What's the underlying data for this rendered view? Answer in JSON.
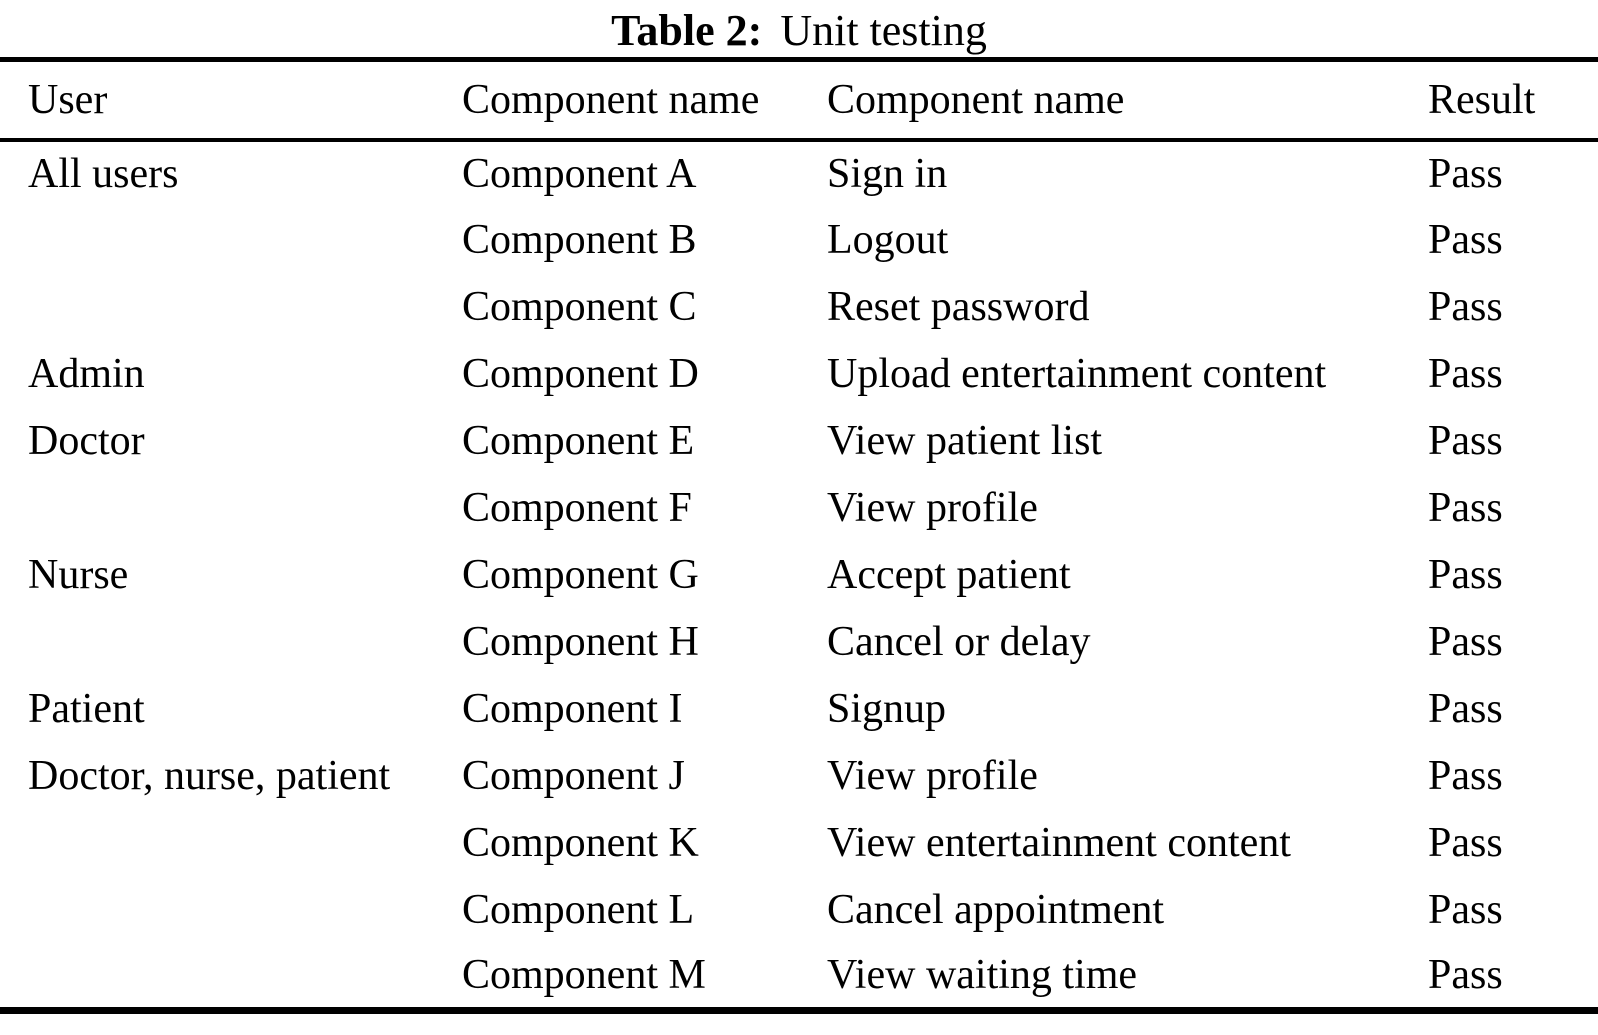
{
  "caption": {
    "label": "Table 2:",
    "title": "Unit testing"
  },
  "table": {
    "headers": [
      "User",
      "Component name",
      "Component name",
      "Result"
    ],
    "rows": [
      {
        "user": "All users",
        "component": "Component A",
        "name": "Sign in",
        "result": "Pass"
      },
      {
        "user": "",
        "component": "Component B",
        "name": "Logout",
        "result": "Pass"
      },
      {
        "user": "",
        "component": "Component C",
        "name": "Reset password",
        "result": "Pass"
      },
      {
        "user": "Admin",
        "component": "Component D",
        "name": "Upload entertainment content",
        "result": "Pass"
      },
      {
        "user": "Doctor",
        "component": "Component E",
        "name": "View patient list",
        "result": "Pass"
      },
      {
        "user": "",
        "component": "Component F",
        "name": "View profile",
        "result": "Pass"
      },
      {
        "user": "Nurse",
        "component": "Component G",
        "name": "Accept patient",
        "result": "Pass"
      },
      {
        "user": "",
        "component": "Component H",
        "name": "Cancel or delay",
        "result": "Pass"
      },
      {
        "user": "Patient",
        "component": "Component I",
        "name": "Signup",
        "result": "Pass"
      },
      {
        "user": "Doctor, nurse, patient",
        "component": "Component J",
        "name": "View profile",
        "result": "Pass"
      },
      {
        "user": "",
        "component": "Component K",
        "name": "View entertainment content",
        "result": "Pass"
      },
      {
        "user": "",
        "component": "Component L",
        "name": "Cancel appointment",
        "result": "Pass"
      },
      {
        "user": "",
        "component": "Component M",
        "name": "View waiting time",
        "result": "Pass"
      }
    ]
  }
}
